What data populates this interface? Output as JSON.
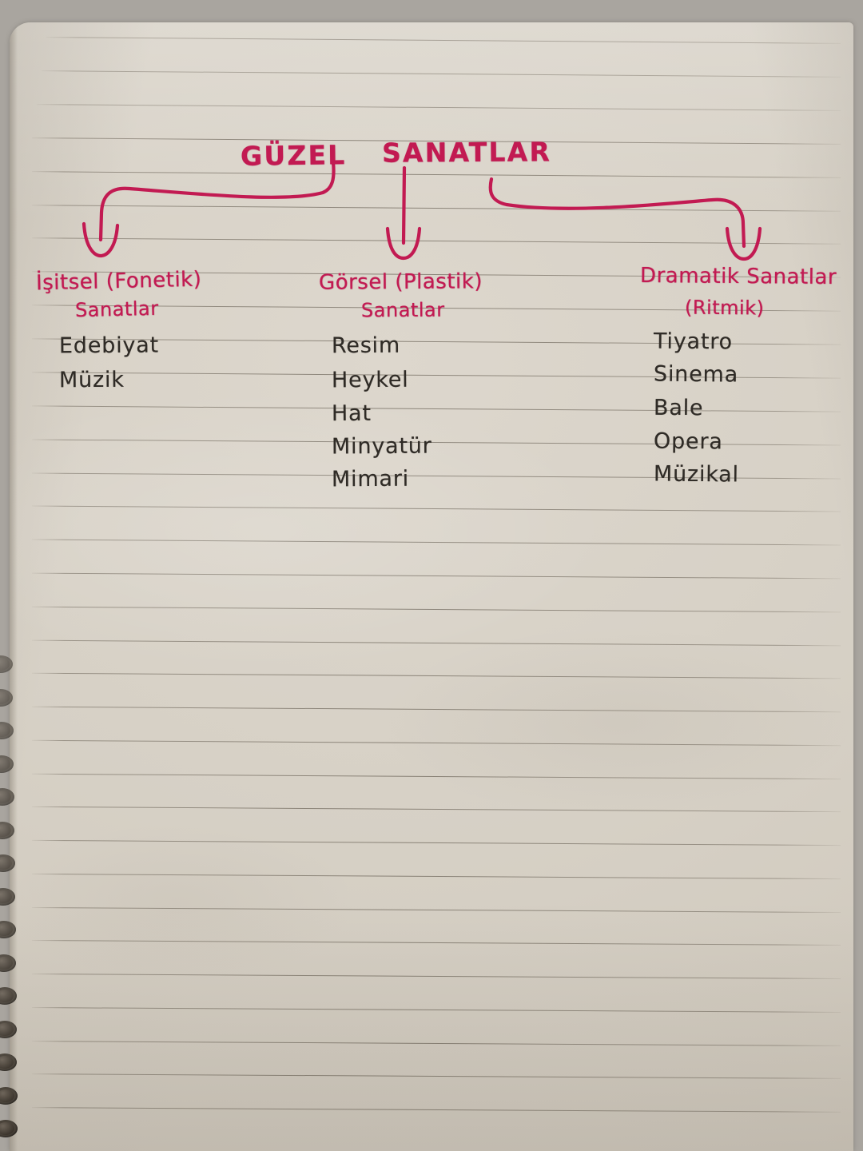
{
  "page": {
    "kind": "handwritten-notebook-page",
    "language": "tr",
    "paper_color": "#d6d0c5",
    "rule_color": "#5a5246",
    "backdrop_color": "#a9a59f"
  },
  "title": {
    "word1": "GÜZEL",
    "word2": "SANATLAR",
    "ink_color": "#c21a52"
  },
  "diagram": {
    "arrow_ink_color": "#c21a52",
    "branches": [
      {
        "name": "left-branch",
        "target": "column-1"
      },
      {
        "name": "middle-branch",
        "target": "column-2"
      },
      {
        "name": "right-branch",
        "target": "column-3"
      }
    ]
  },
  "columns": [
    {
      "id": "col-1",
      "heading_line1": "İşitsel (Fonetik)",
      "heading_line2": "Sanatlar",
      "heading_ink": "#c21a52",
      "items": [
        "Edebiyat",
        "Müzik"
      ],
      "items_ink": "#2f2b26"
    },
    {
      "id": "col-2",
      "heading_line1": "Görsel (Plastik)",
      "heading_line2": "Sanatlar",
      "heading_ink": "#c21a52",
      "items": [
        "Resim",
        "Heykel",
        "Hat",
        "Minyatür",
        "Mimari"
      ],
      "items_ink": "#2f2b26"
    },
    {
      "id": "col-3",
      "heading_line1": "Dramatik Sanatlar",
      "heading_line2": "(Ritmik)",
      "heading_ink": "#c21a52",
      "items": [
        "Tiyatro",
        "Sinema",
        "Bale",
        "Opera",
        "Müzikal"
      ],
      "items_ink": "#2f2b26"
    }
  ]
}
